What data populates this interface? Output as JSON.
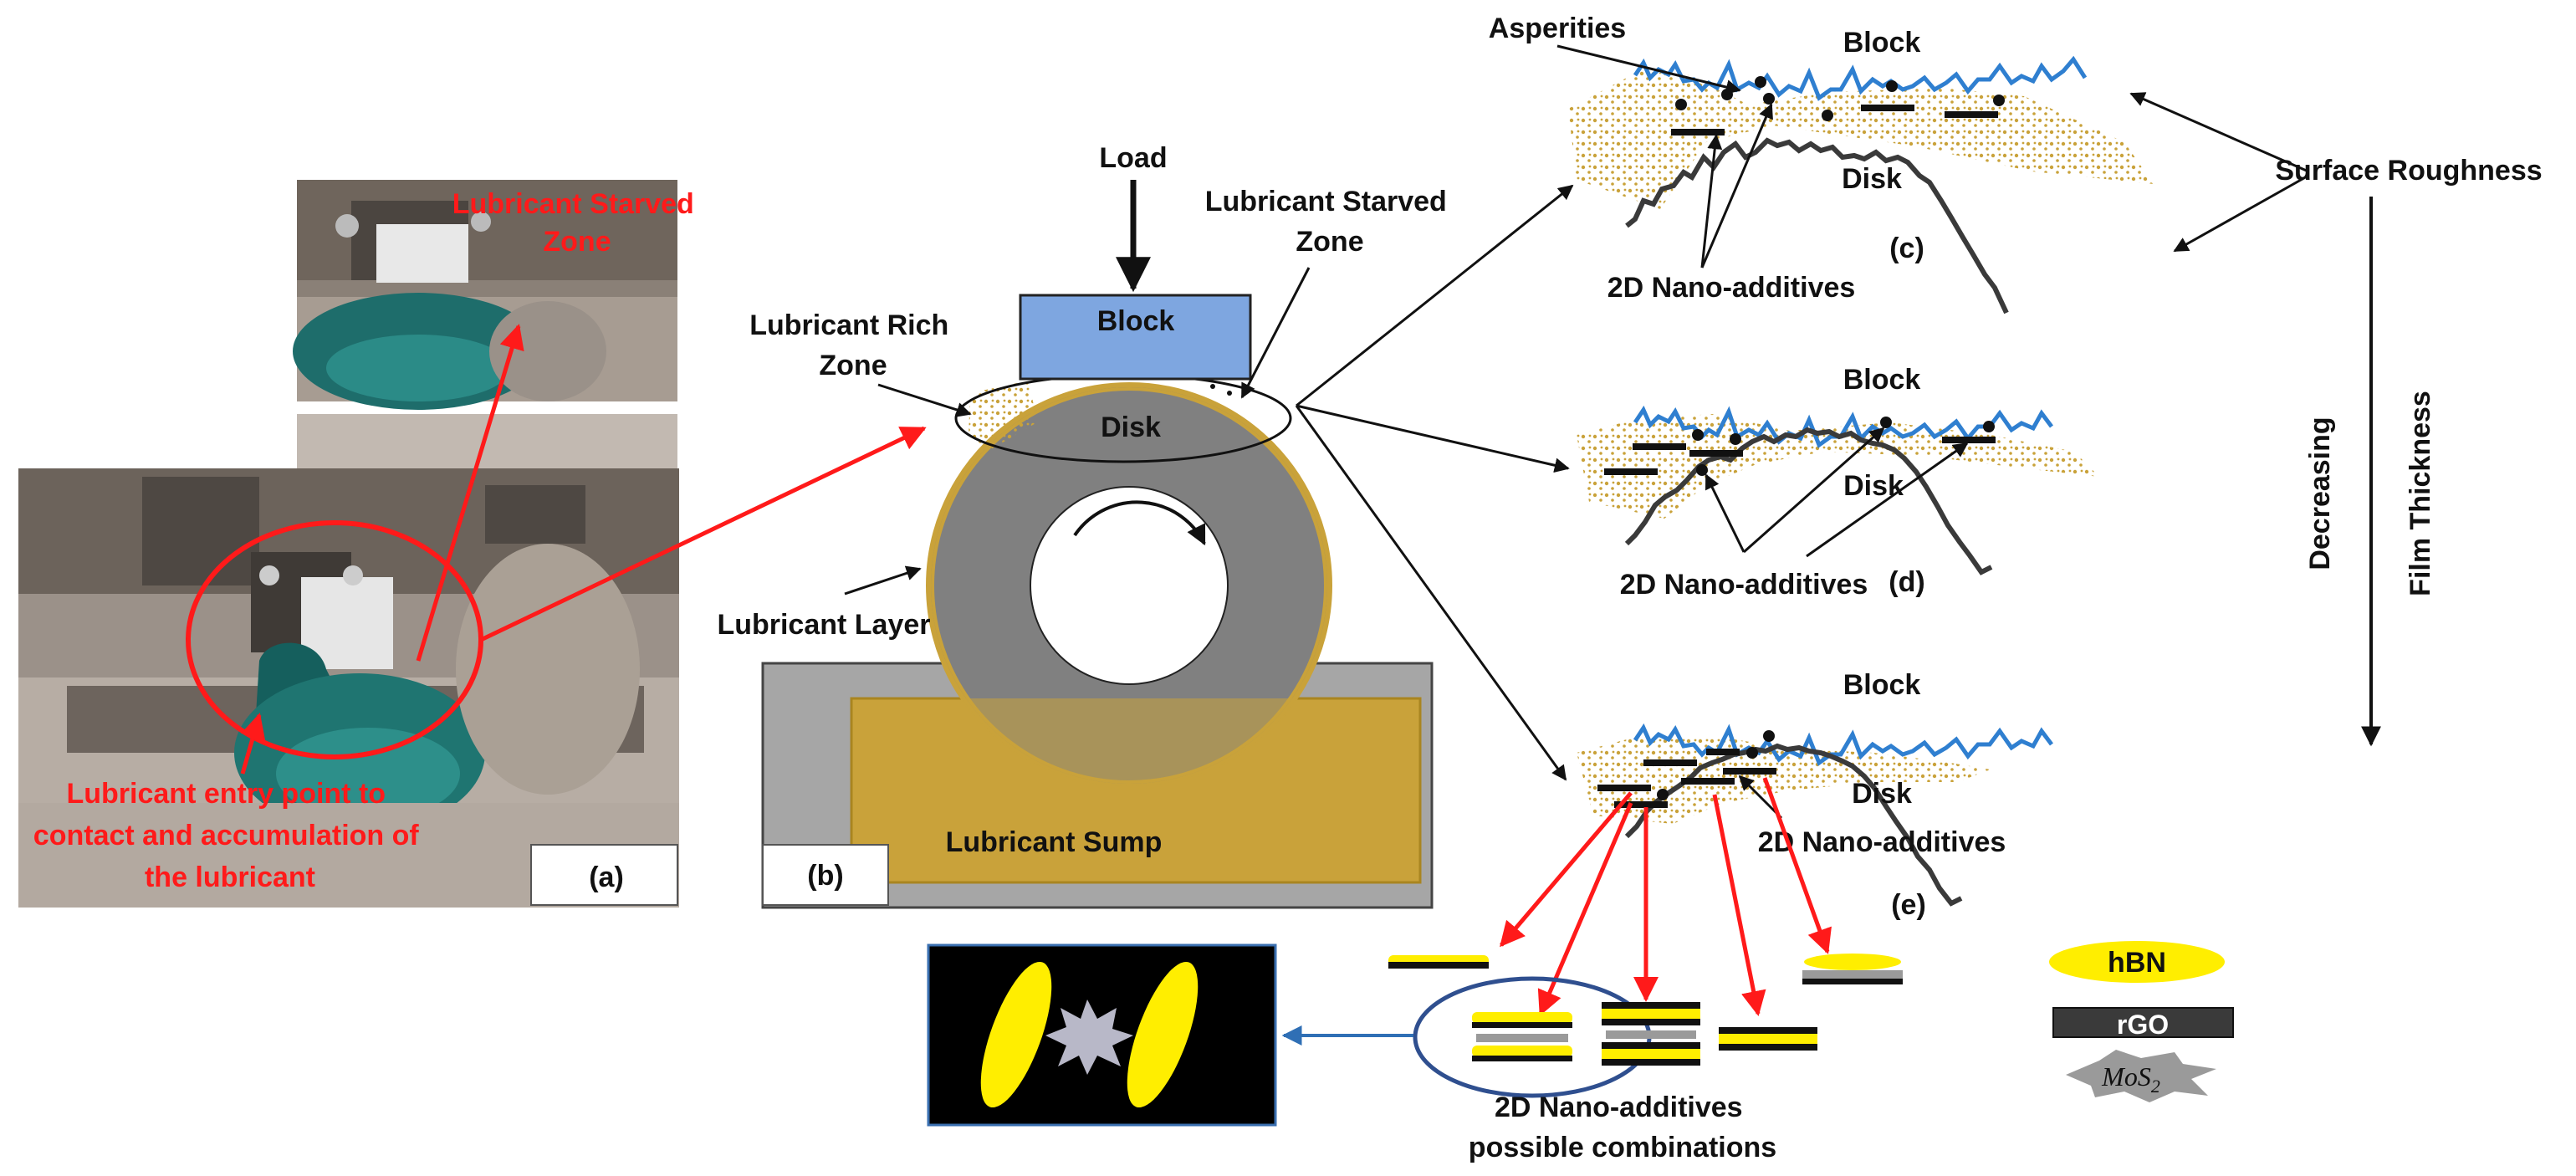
{
  "photo": {
    "top_label": "Lubricant Starved Zone",
    "bottom_label": "Lubricant entry point to contact and accumulation of the lubricant",
    "panel_label": "(a)"
  },
  "setup": {
    "load": "Load",
    "block": "Block",
    "disk": "Disk",
    "starved_zone": "Lubricant Starved Zone",
    "rich_zone": "Lubricant Rich Zone",
    "layer": "Lubricant Layer",
    "sump": "Lubricant Sump",
    "panel_label": "(b)"
  },
  "panels": [
    {
      "block": "Block",
      "disk": "Disk",
      "additives": "2D Nano-additives",
      "label": "(c)",
      "asperities": "Asperities"
    },
    {
      "block": "Block",
      "disk": "Disk",
      "additives": "2D Nano-additives",
      "label": "(d)"
    },
    {
      "block": "Block",
      "disk": "Disk",
      "additives": "2D Nano-additives",
      "label": "(e)"
    }
  ],
  "right": {
    "surface_roughness": "Surface Roughness",
    "decreasing": "Decreasing",
    "film_thickness": "Film Thickness"
  },
  "combos": {
    "label_line1": "2D Nano-additives",
    "label_line2": "possible combinations"
  },
  "legend": [
    {
      "name": "hBN",
      "color": "#ffee00"
    },
    {
      "name": "rGO",
      "color": "#3a3a3a"
    },
    {
      "name": "MoS",
      "sub": "2",
      "color": "#9a9a9a"
    }
  ],
  "colors": {
    "block": "#7ea6e0",
    "disk": "#808080",
    "lubricant": "#c9a23a",
    "roughness_top": "#2f7fd0",
    "roughness_bottom": "#3a3a3a",
    "arrow_red": "#ff1a1a",
    "arrow_blue": "#2f6fb5"
  }
}
